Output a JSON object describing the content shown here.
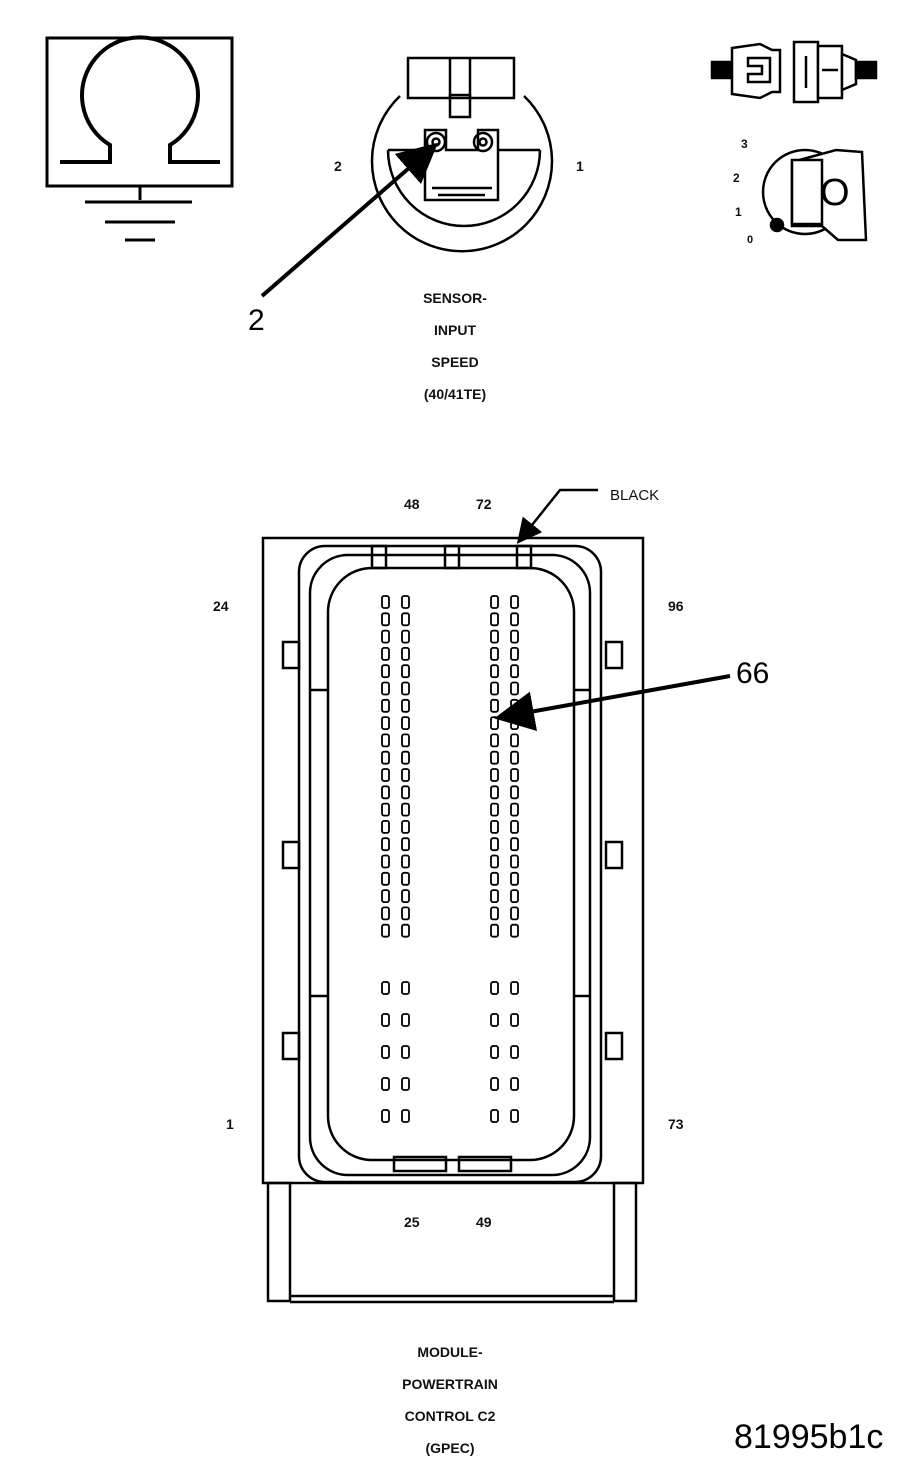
{
  "sensor": {
    "pin_left": "2",
    "pin_right": "1",
    "callout": "2",
    "caption": [
      "SENSOR-",
      "INPUT",
      "SPEED",
      "(40/41TE)"
    ]
  },
  "ignition_switch": {
    "positions": [
      "3",
      "2",
      "1",
      "0"
    ],
    "key_label": "O"
  },
  "pcm": {
    "top_pins": [
      "48",
      "72"
    ],
    "bottom_pins": [
      "25",
      "49"
    ],
    "left_top": "24",
    "left_bottom": "1",
    "right_top": "96",
    "right_bottom": "73",
    "color_label": "BLACK",
    "callout": "66",
    "caption": [
      "MODULE-",
      "POWERTRAIN",
      "CONTROL C2",
      "(GPEC)"
    ]
  },
  "figure_id": "81995b1c",
  "icons": [
    "ohmmeter-ground-icon",
    "connector-icon",
    "ignition-key-icon"
  ]
}
